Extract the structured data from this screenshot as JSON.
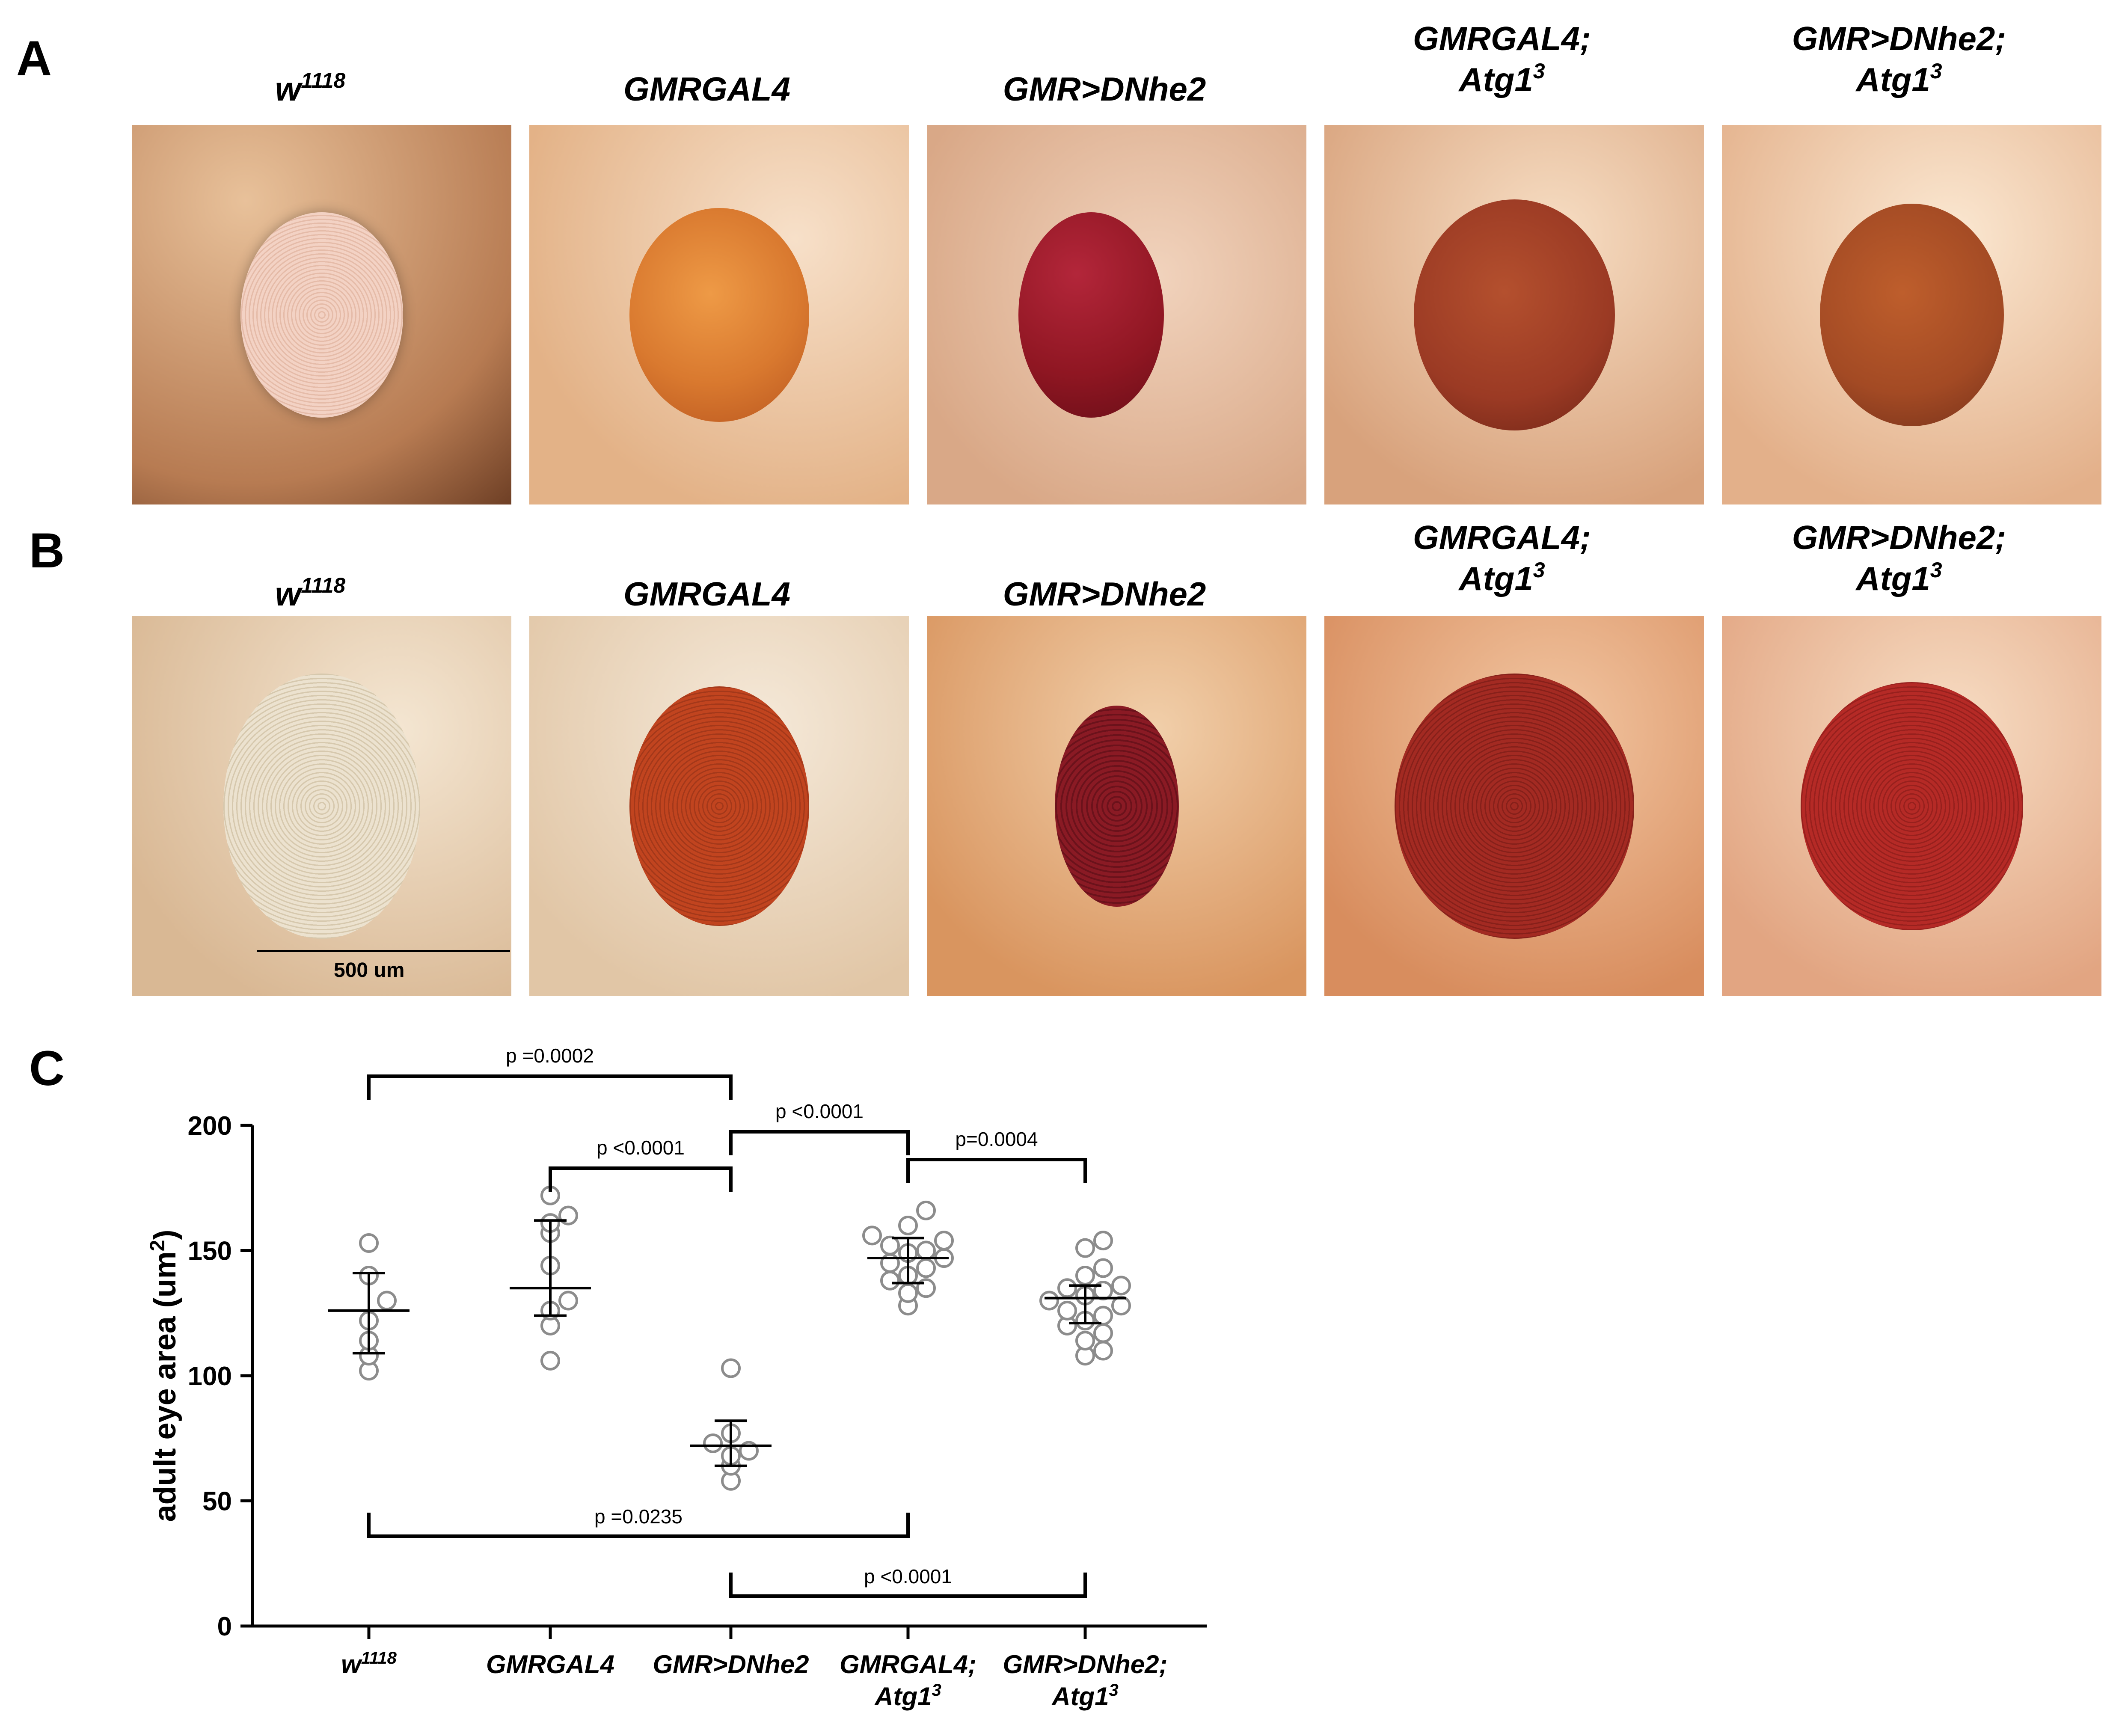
{
  "panels": {
    "A": {
      "letter": "A"
    },
    "B": {
      "letter": "B",
      "scale_bar_label": "500 um"
    },
    "C": {
      "letter": "C"
    }
  },
  "genotypes": [
    {
      "line1": "w",
      "sup1": "1118",
      "line2": "",
      "sup2": ""
    },
    {
      "line1": "GMRGAL4",
      "sup1": "",
      "line2": "",
      "sup2": ""
    },
    {
      "line1": "GMR>DNhe2",
      "sup1": "",
      "line2": "",
      "sup2": ""
    },
    {
      "line1": "GMRGAL4;",
      "sup1": "",
      "line2": "Atg1",
      "sup2": "3"
    },
    {
      "line1": "GMR>DNhe2;",
      "sup1": "",
      "line2": "Atg1",
      "sup2": "3"
    }
  ],
  "colors": {
    "point_stroke": "#8c8c8c",
    "eye_row_A": [
      "#f3d2c4",
      "#d9792f",
      "#8f1622",
      "#9b3a24",
      "#a34a24"
    ],
    "eye_row_B": [
      "#ece2cf",
      "#c1441f",
      "#8a1a24",
      "#a32a22",
      "#b52a26"
    ],
    "bg_row_A": [
      "#d9a880",
      "#f0c7a7",
      "#e9bfa5",
      "#e8b58f",
      "#efc9a4"
    ],
    "bg_row_B": [
      "#e8d2b4",
      "#e9d5bc",
      "#e6b48c",
      "#e5a880",
      "#ecc0a2"
    ]
  },
  "chart_data": {
    "type": "scatter",
    "ylabel": "adult eye area (um²)",
    "ylabel_main": "adult eye area (um",
    "ylabel_sup": "2",
    "ylabel_end": ")",
    "ylim": [
      0,
      200
    ],
    "yticks": [
      "0",
      "50",
      "100",
      "150",
      "200"
    ],
    "categories": [
      "w1118",
      "GMRGAL4",
      "GMR>DNhe2",
      "GMRGAL4; Atg13",
      "GMR>DNhe2; Atg13"
    ],
    "series": [
      {
        "values": [
          102,
          108,
          114,
          122,
          130,
          140,
          153
        ],
        "mean": 126,
        "err_low": 109,
        "err_high": 141
      },
      {
        "values": [
          106,
          120,
          126,
          130,
          144,
          157,
          161,
          164,
          172
        ],
        "mean": 135,
        "err_low": 124,
        "err_high": 162
      },
      {
        "values": [
          58,
          64,
          68,
          70,
          73,
          77,
          103
        ],
        "mean": 72,
        "err_low": 64,
        "err_high": 82
      },
      {
        "values": [
          128,
          133,
          135,
          138,
          140,
          143,
          145,
          147,
          149,
          150,
          152,
          154,
          156,
          160,
          166
        ],
        "mean": 147,
        "err_low": 137,
        "err_high": 155
      },
      {
        "values": [
          108,
          110,
          114,
          117,
          120,
          122,
          124,
          126,
          128,
          130,
          132,
          134,
          135,
          136,
          140,
          143,
          151,
          154
        ],
        "mean": 131,
        "err_low": 121,
        "err_high": 136
      }
    ],
    "comparisons": [
      {
        "from": 0,
        "to": 2,
        "label": "p =0.0002",
        "position": "above"
      },
      {
        "from": 2,
        "to": 3,
        "label": "p <0.0001",
        "position": "above"
      },
      {
        "from": 1,
        "to": 2,
        "label": "p <0.0001",
        "position": "above"
      },
      {
        "from": 3,
        "to": 4,
        "label": "p=0.0004",
        "position": "above"
      },
      {
        "from": 0,
        "to": 3,
        "label": "p =0.0235",
        "position": "below"
      },
      {
        "from": 2,
        "to": 4,
        "label": "p <0.0001",
        "position": "below"
      }
    ]
  }
}
